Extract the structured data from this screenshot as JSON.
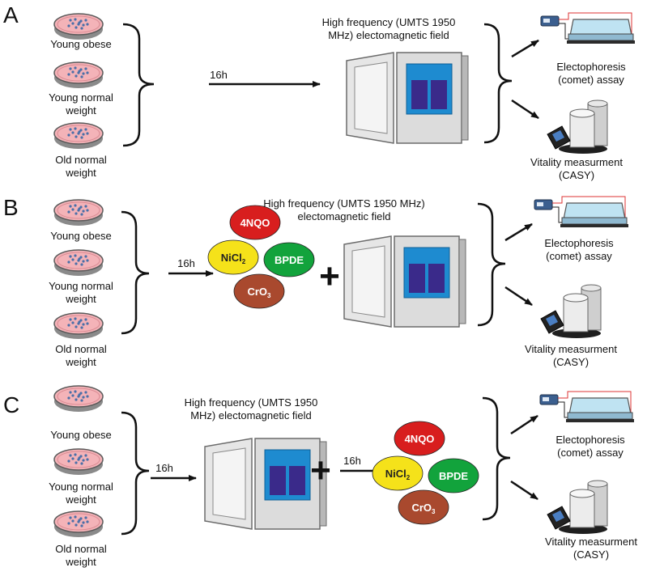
{
  "panels": [
    {
      "letter": "A",
      "samples": [
        "Young obese",
        "Young normal",
        "weight",
        "Old normal",
        "weight"
      ],
      "time": "16h",
      "field_label": [
        "High frequency (UMTS 1950",
        "MHz) electomagnetic field"
      ],
      "outputs": {
        "comet": [
          "Electophoresis",
          "(comet) assay"
        ],
        "vitality": [
          "Vitality measurment",
          "(CASY)"
        ]
      }
    },
    {
      "letter": "B",
      "samples": [
        "Young obese",
        "Young normal",
        "weight",
        "Old normal",
        "weight"
      ],
      "time": "16h",
      "field_label": [
        "High frequency (UMTS 1950 MHz)",
        "electomagnetic field"
      ],
      "chemicals": [
        {
          "name": "4NQO",
          "sub": "",
          "color": "#d81e1e"
        },
        {
          "name": "NiCl",
          "sub": "2",
          "color": "#f5e21a"
        },
        {
          "name": "BPDE",
          "sub": "",
          "color": "#12a33c"
        },
        {
          "name": "CrO",
          "sub": "3",
          "color": "#a9492e"
        }
      ],
      "plus": "+",
      "outputs": {
        "comet": [
          "Electophoresis",
          "(comet) assay"
        ],
        "vitality": [
          "Vitality measurment",
          "(CASY)"
        ]
      }
    },
    {
      "letter": "C",
      "samples": [
        "Young obese",
        "Young normal",
        "weight",
        "Old normal",
        "weight"
      ],
      "time": "16h",
      "time2": "16h",
      "field_label": [
        "High frequency (UMTS 1950",
        "MHz) electomagnetic field"
      ],
      "chemicals": [
        {
          "name": "4NQO",
          "sub": "",
          "color": "#d81e1e"
        },
        {
          "name": "NiCl",
          "sub": "2",
          "color": "#f5e21a"
        },
        {
          "name": "BPDE",
          "sub": "",
          "color": "#12a33c"
        },
        {
          "name": "CrO",
          "sub": "3",
          "color": "#a9492e"
        }
      ],
      "plus": "+",
      "outputs": {
        "comet": [
          "Electophoresis",
          "(comet) assay"
        ],
        "vitality": [
          "Vitality measurment",
          "(CASY)"
        ]
      }
    }
  ],
  "colors": {
    "dish": "#f4b3b8",
    "dish_rim": "#5a5a5a",
    "cell": "#4a6fa8",
    "incubator_body": "#dcdcdc",
    "incubator_screen": "#1e8bd0",
    "incubator_block": "#3a2a8a",
    "gel_tank": "#bfe3f2"
  }
}
